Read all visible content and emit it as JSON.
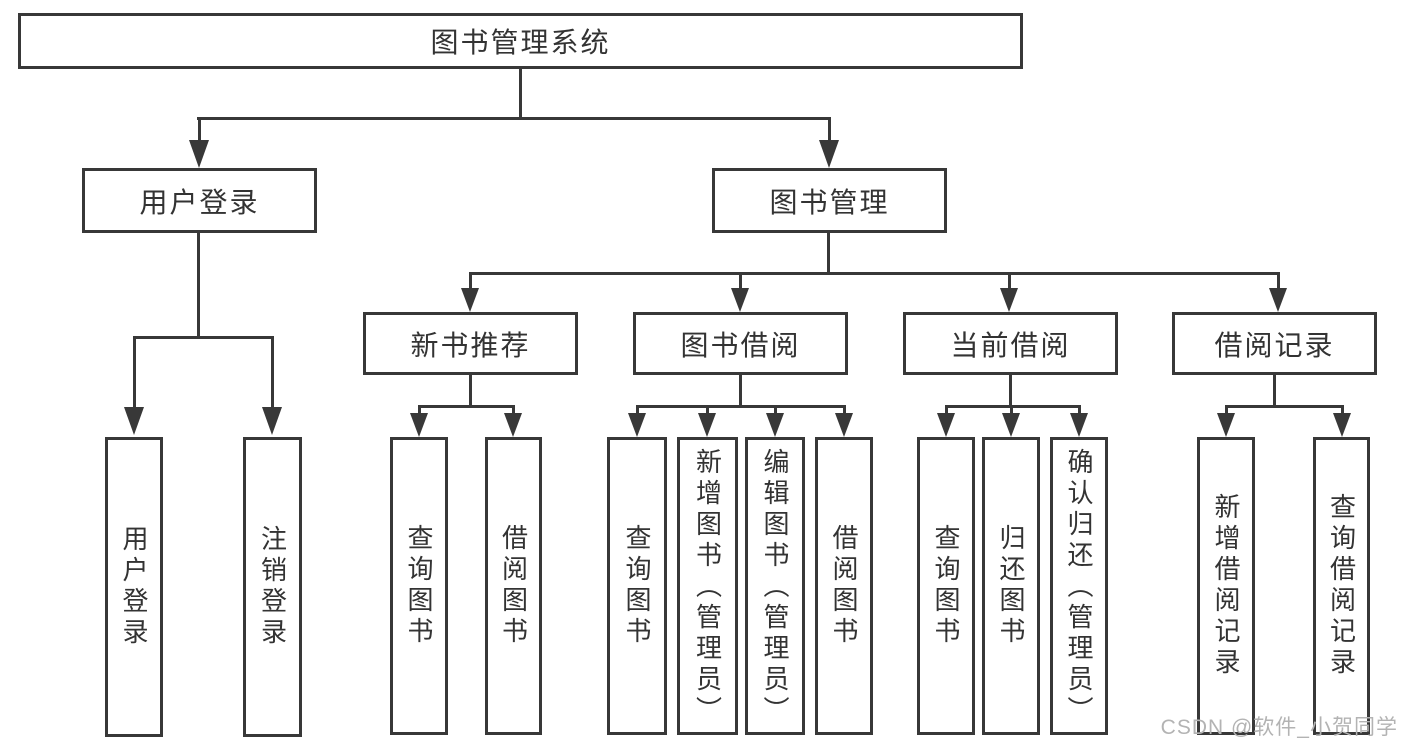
{
  "root": {
    "label": "图书管理系统"
  },
  "level2": {
    "user_login": "用户登录",
    "book_mgmt": "图书管理"
  },
  "level3": {
    "new_books": "新书推荐",
    "book_borrow": "图书借阅",
    "current_borrow": "当前借阅",
    "borrow_records": "借阅记录"
  },
  "leaves": {
    "user_login": [
      "用户登录",
      "注销登录"
    ],
    "new_books": [
      "查询图书",
      "借阅图书"
    ],
    "book_borrow": [
      "查询图书",
      "新增图书（管理员）",
      "编辑图书（管理员）",
      "借阅图书"
    ],
    "current_borrow": [
      "查询图书",
      "归还图书",
      "确认归还（管理员）"
    ],
    "borrow_records": [
      "新增借阅记录",
      "查询借阅记录"
    ]
  },
  "watermark": "CSDN @软件_小贺同学",
  "colors": {
    "line": "#383838",
    "text": "#333333",
    "background": "#ffffff",
    "watermark": "#b3b3b3"
  }
}
